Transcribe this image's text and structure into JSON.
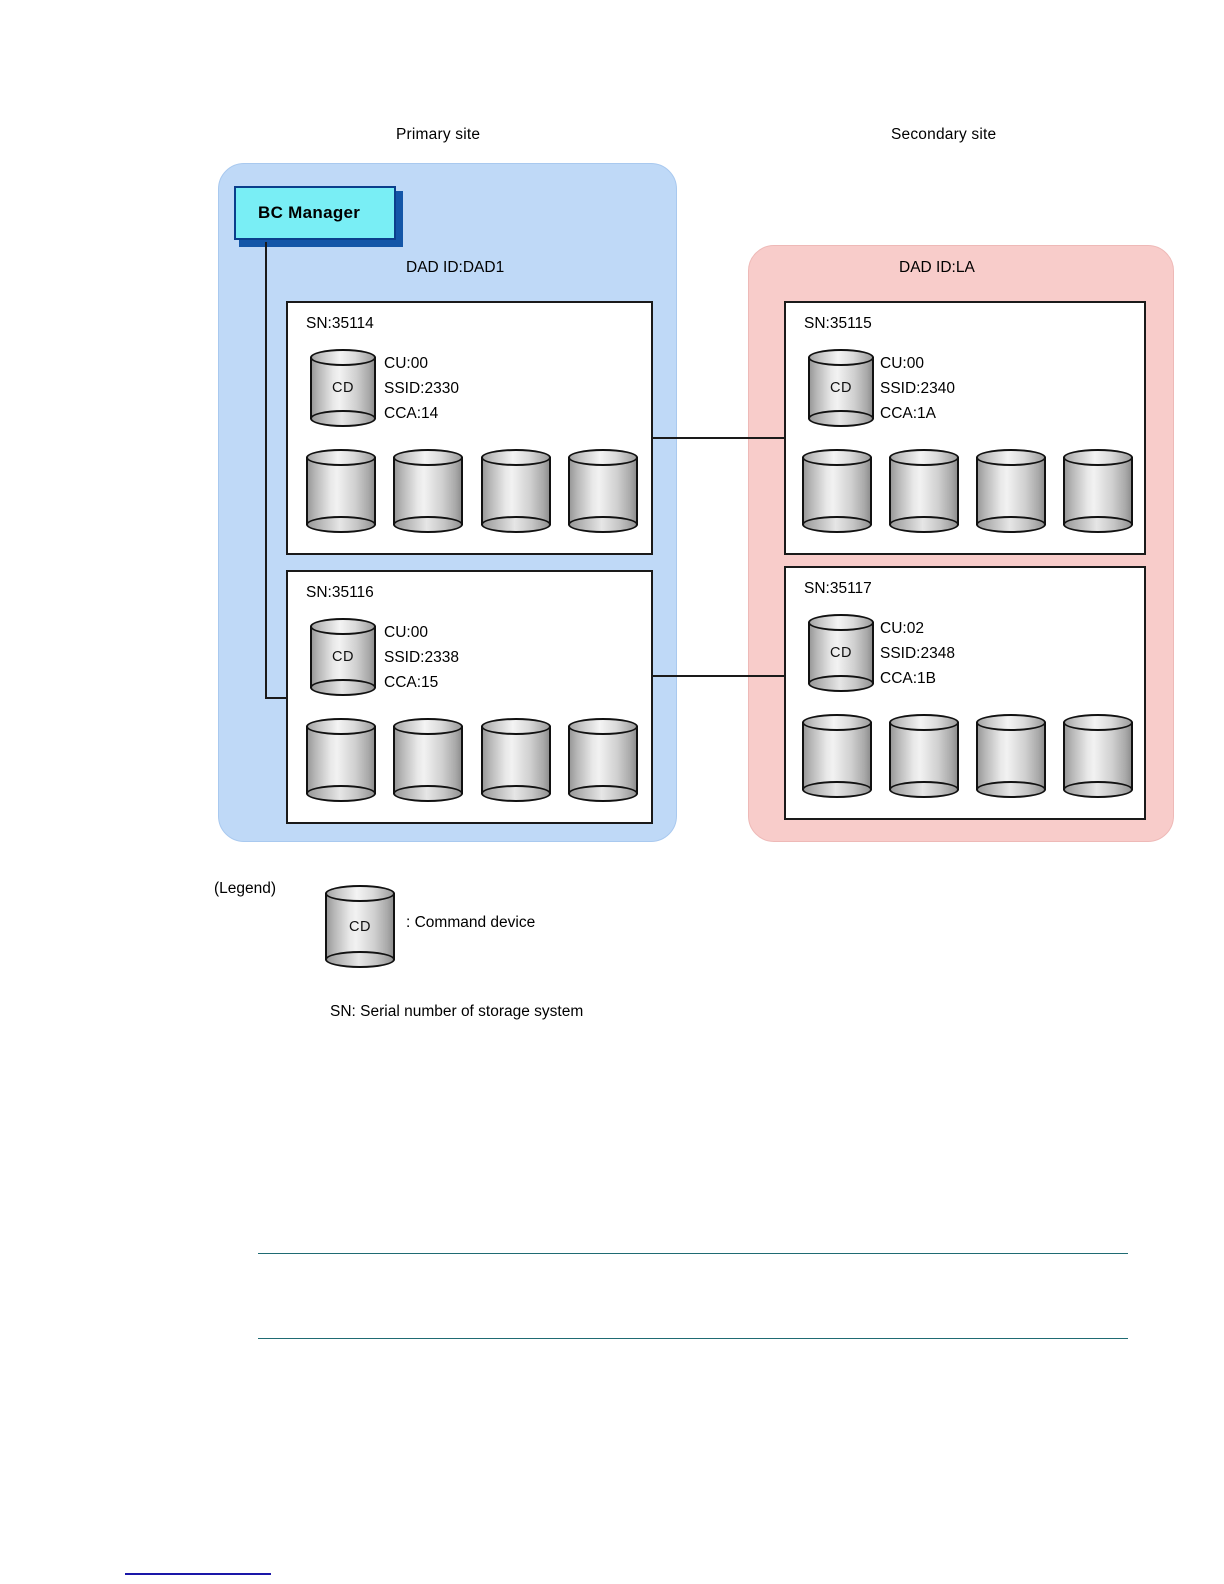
{
  "diagram": {
    "title_primary": "Primary site",
    "title_secondary": "Secondary site",
    "manager": {
      "label": "BC Manager"
    },
    "colors": {
      "primary_site_fill": "#bfd9f7",
      "secondary_site_fill": "#f8ccca",
      "manager_fill": "#79eef5",
      "manager_border": "#0b3f8c",
      "manager_shadow": "#1356a8",
      "box_border": "#1a1a1a",
      "rule_teal": "#1f6b73",
      "rule_navy": "#1a17a8"
    },
    "sites": [
      {
        "name": "Primary site",
        "dad_label": "DAD ID:DAD1",
        "systems": [
          {
            "sn": "SN:35114",
            "command_device": {
              "glyph": "CD",
              "cu": "CU:00",
              "ssid": "SSID:2330",
              "cca": "CCA:14"
            },
            "volume_count": 4
          },
          {
            "sn": "SN:35116",
            "command_device": {
              "glyph": "CD",
              "cu": "CU:00",
              "ssid": "SSID:2338",
              "cca": "CCA:15"
            },
            "volume_count": 4
          }
        ]
      },
      {
        "name": "Secondary site",
        "dad_label": "DAD ID:LA",
        "systems": [
          {
            "sn": "SN:35115",
            "command_device": {
              "glyph": "CD",
              "cu": "CU:00",
              "ssid": "SSID:2340",
              "cca": "CCA:1A"
            },
            "volume_count": 4
          },
          {
            "sn": "SN:35117",
            "command_device": {
              "glyph": "CD",
              "cu": "CU:02",
              "ssid": "SSID:2348",
              "cca": "CCA:1B"
            },
            "volume_count": 4
          }
        ]
      }
    ],
    "legend": {
      "title": "(Legend)",
      "cd_glyph": "CD",
      "cd_text": ": Command device",
      "sn_text": "SN: Serial number of storage system"
    }
  }
}
